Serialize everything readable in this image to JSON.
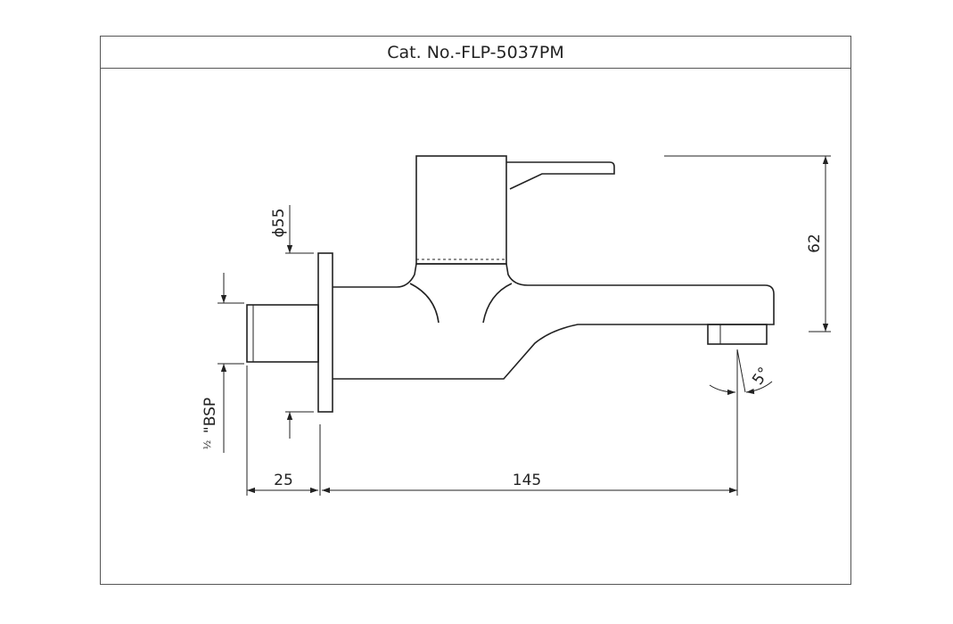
{
  "title": "Cat. No.-FLP-5037PM",
  "dimensions": {
    "diameter": "ϕ55",
    "height": "62",
    "connection_prefix": "½",
    "connection": "\"BSP",
    "inlet_length": "25",
    "spout_length": "145",
    "angle": "5°"
  },
  "colors": {
    "line": "#222222",
    "frame": "#555555",
    "background": "#ffffff"
  }
}
